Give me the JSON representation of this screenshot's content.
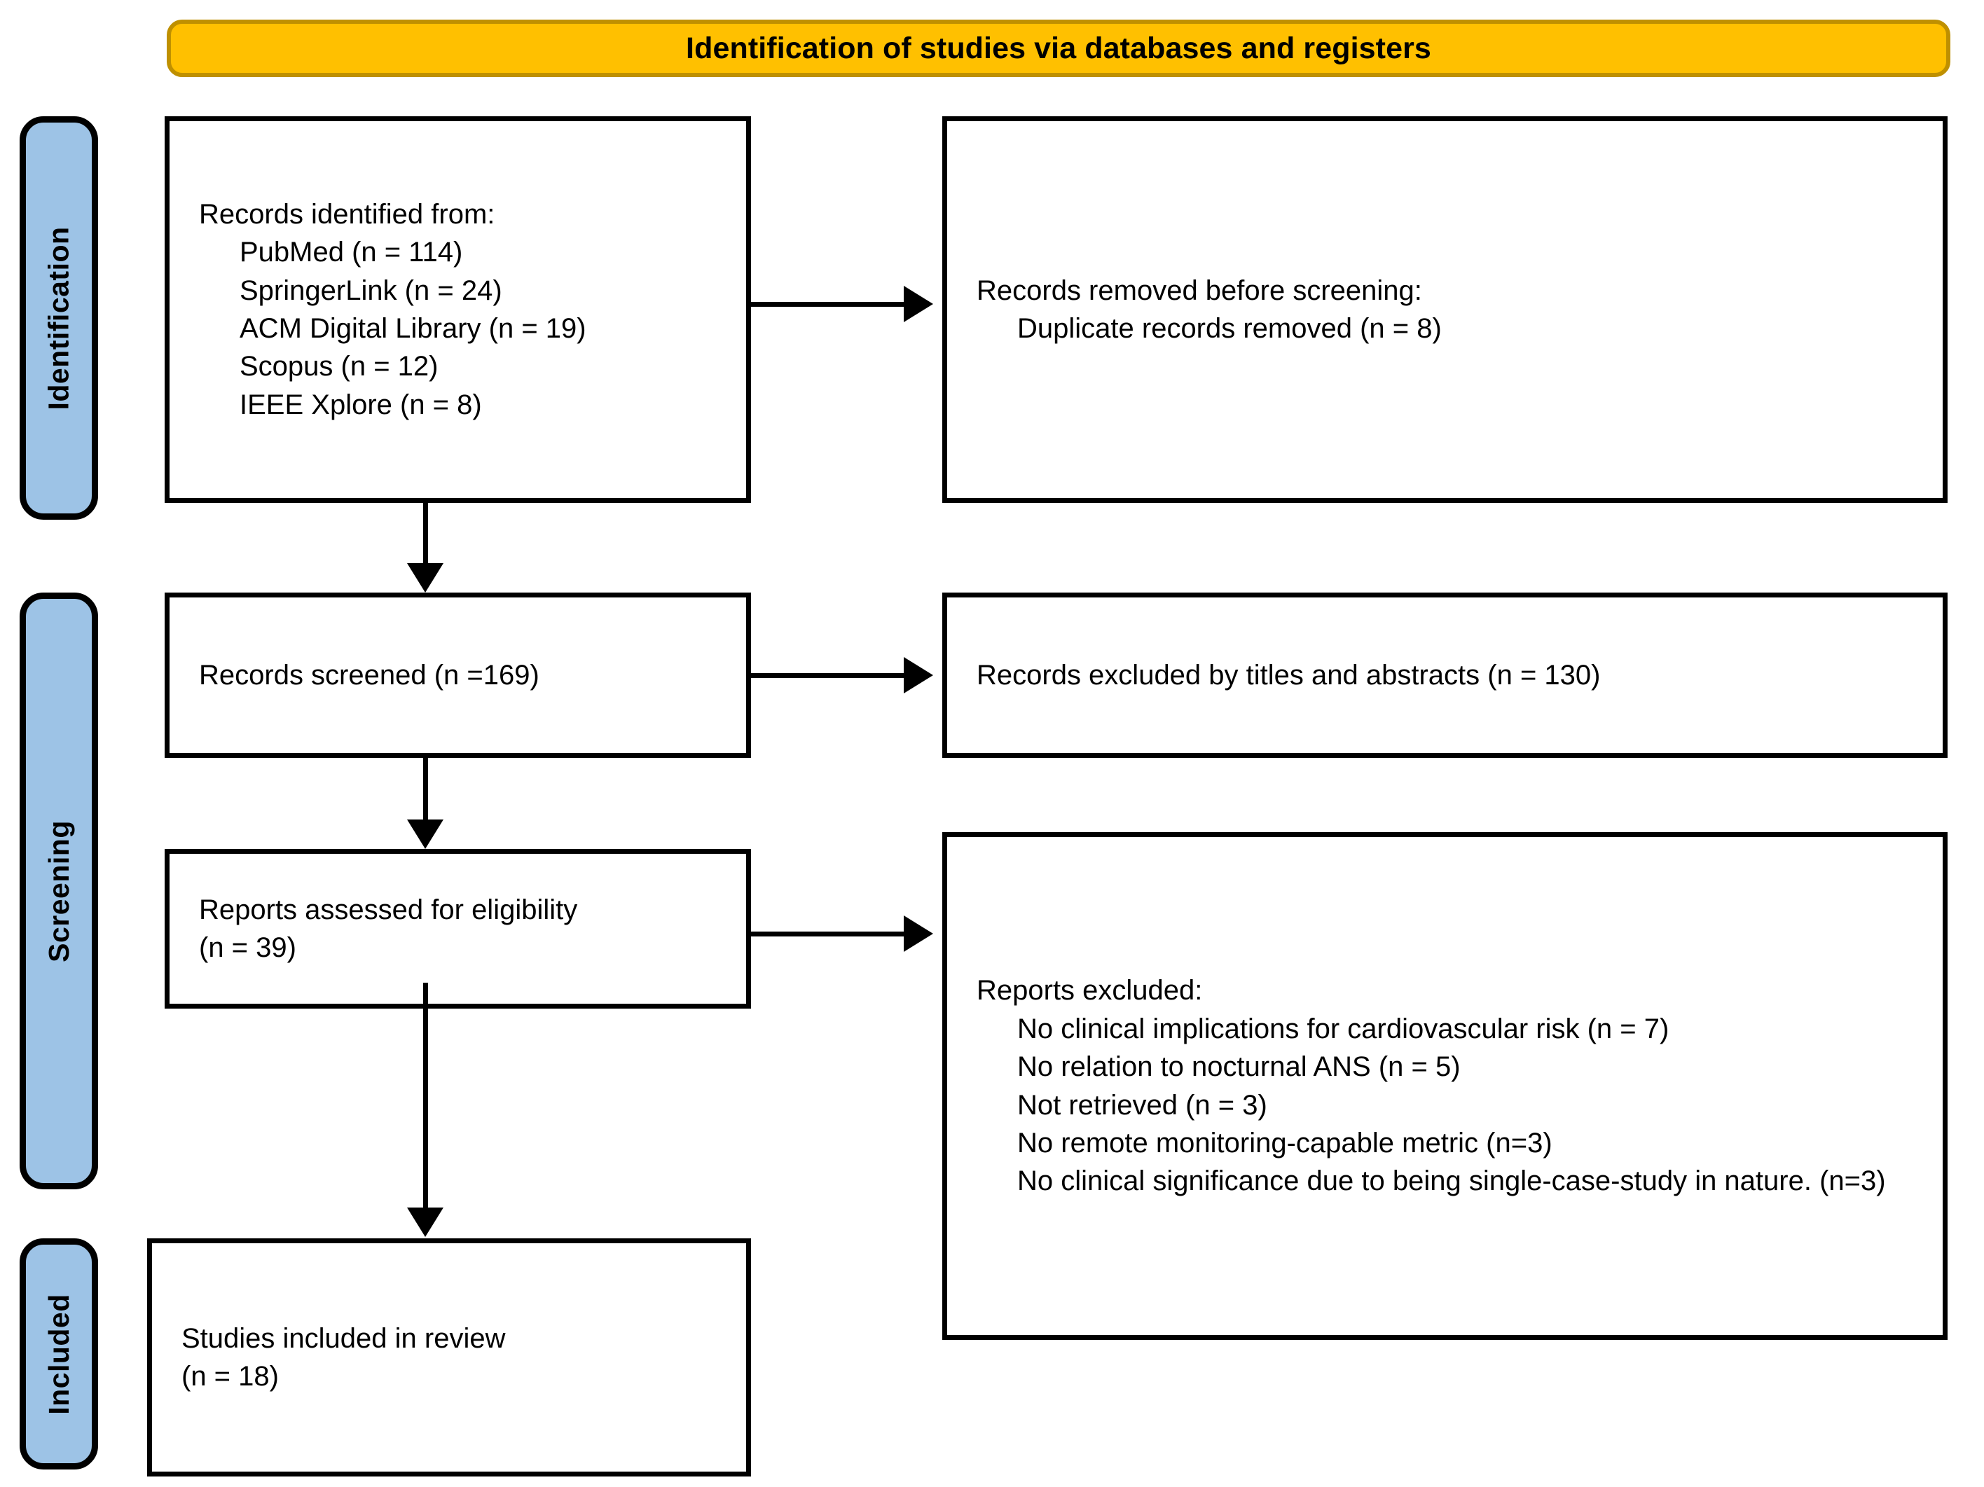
{
  "banner": {
    "title": "Identification of studies via databases and registers",
    "fill": "#FFC000",
    "border": "#BF9000"
  },
  "phases": [
    {
      "id": "identification",
      "label": "Identification",
      "fill": "#9DC3E6"
    },
    {
      "id": "screening",
      "label": "Screening",
      "fill": "#9DC3E6"
    },
    {
      "id": "included",
      "label": "Included",
      "fill": "#9DC3E6"
    }
  ],
  "boxes": {
    "records_identified": {
      "heading": "Records identified from:",
      "items": [
        "PubMed (n = 114)",
        "SpringerLink (n = 24)",
        "ACM Digital Library (n = 19)",
        "Scopus (n = 12)",
        "IEEE Xplore (n = 8)"
      ]
    },
    "records_removed": {
      "heading": "Records removed before screening:",
      "items": [
        "Duplicate records removed (n = 8)"
      ]
    },
    "records_screened": {
      "heading": "Records screened (n =169)",
      "items": []
    },
    "records_excluded": {
      "heading": "Records excluded by titles and abstracts (n = 130)",
      "items": []
    },
    "reports_assessed": {
      "heading": "Reports assessed for eligibility",
      "items": [],
      "line2": "(n = 39)"
    },
    "reports_excluded": {
      "heading": "Reports excluded:",
      "items": [
        "No clinical implications for cardiovascular risk (n = 7)",
        "No relation to nocturnal ANS (n = 5)",
        "Not retrieved (n = 3)",
        "No remote monitoring-capable metric (n=3)",
        "No clinical significance due to being single-case-study in nature. (n=3)"
      ]
    },
    "studies_included": {
      "heading": "Studies included in review",
      "items": [],
      "line2": "(n = 18)"
    }
  },
  "connectors": [
    {
      "id": "identified-to-removed",
      "type": "arrow-right"
    },
    {
      "id": "identified-to-screened",
      "type": "arrow-down"
    },
    {
      "id": "screened-to-excluded",
      "type": "arrow-right"
    },
    {
      "id": "screened-to-assessed",
      "type": "arrow-down"
    },
    {
      "id": "assessed-to-excluded",
      "type": "arrow-right"
    },
    {
      "id": "assessed-to-included",
      "type": "arrow-down"
    }
  ]
}
